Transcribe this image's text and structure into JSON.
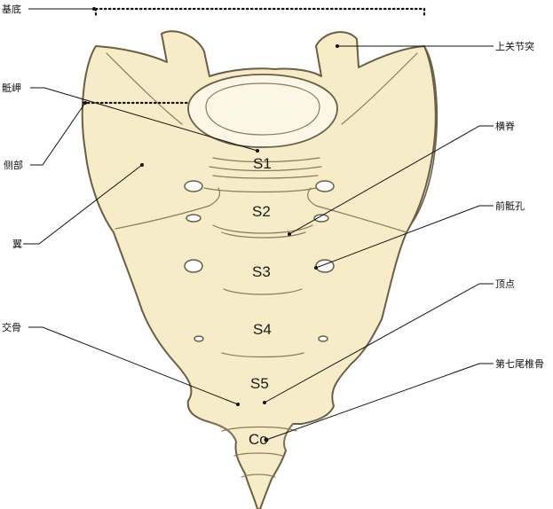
{
  "labels": {
    "base": "基底",
    "promontory": "骶岬",
    "lateral_part": "侧部",
    "wing": "翼",
    "coccyx_joint": "交骨",
    "superior_articular": "上关节突",
    "transverse_ridge": "横脊",
    "anterior_foramen": "前骶孔",
    "apex": "顶点",
    "seventh_vertebra": "第七尾椎骨"
  },
  "segments": {
    "s1": "S1",
    "s2": "S2",
    "s3": "S3",
    "s4": "S4",
    "s5": "S5",
    "co": "Co"
  },
  "colors": {
    "bone": "#f7ecc8",
    "bone_edge": "#6b5e44",
    "auricular_surface": "#dde9ea",
    "label_text": "#111111"
  }
}
